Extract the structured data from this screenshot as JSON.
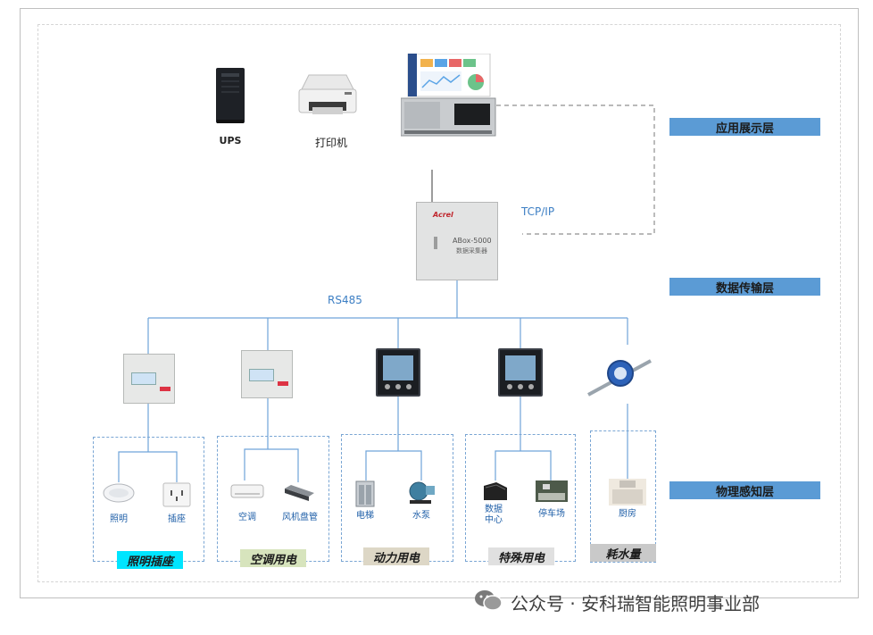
{
  "layers": {
    "application": "应用展示层",
    "transmission": "数据传输层",
    "perception": "物理感知层"
  },
  "devices": {
    "ups": "UPS",
    "printer": "打印机",
    "abox_brand": "Acrel",
    "abox_model": "ABox-5000",
    "abox_sub": "数据采集器"
  },
  "links": {
    "tcpip": "TCP/IP",
    "rs485": "RS485"
  },
  "groups": [
    {
      "tag": "照明插座",
      "tag_color": "#00e5ff",
      "items": [
        "照明",
        "插座"
      ]
    },
    {
      "tag": "空调用电",
      "tag_color": "#d7e4bd",
      "items": [
        "空调",
        "风机盘管"
      ]
    },
    {
      "tag": "动力用电",
      "tag_color": "#ddd7c6",
      "items": [
        "电梯",
        "水泵"
      ]
    },
    {
      "tag": "特殊用电",
      "tag_color": "#e0e0e0",
      "items": [
        "数据\n中心",
        "停车场"
      ]
    },
    {
      "tag": "耗水量",
      "tag_color": "#c9c9c9",
      "items": [
        "厨房"
      ]
    }
  ],
  "colors": {
    "layer_bar": "#5b9bd5",
    "wire": "#6fa4d9",
    "dashed_link": "#8f8f8f"
  },
  "watermark": "公众号 · 安科瑞智能照明事业部"
}
